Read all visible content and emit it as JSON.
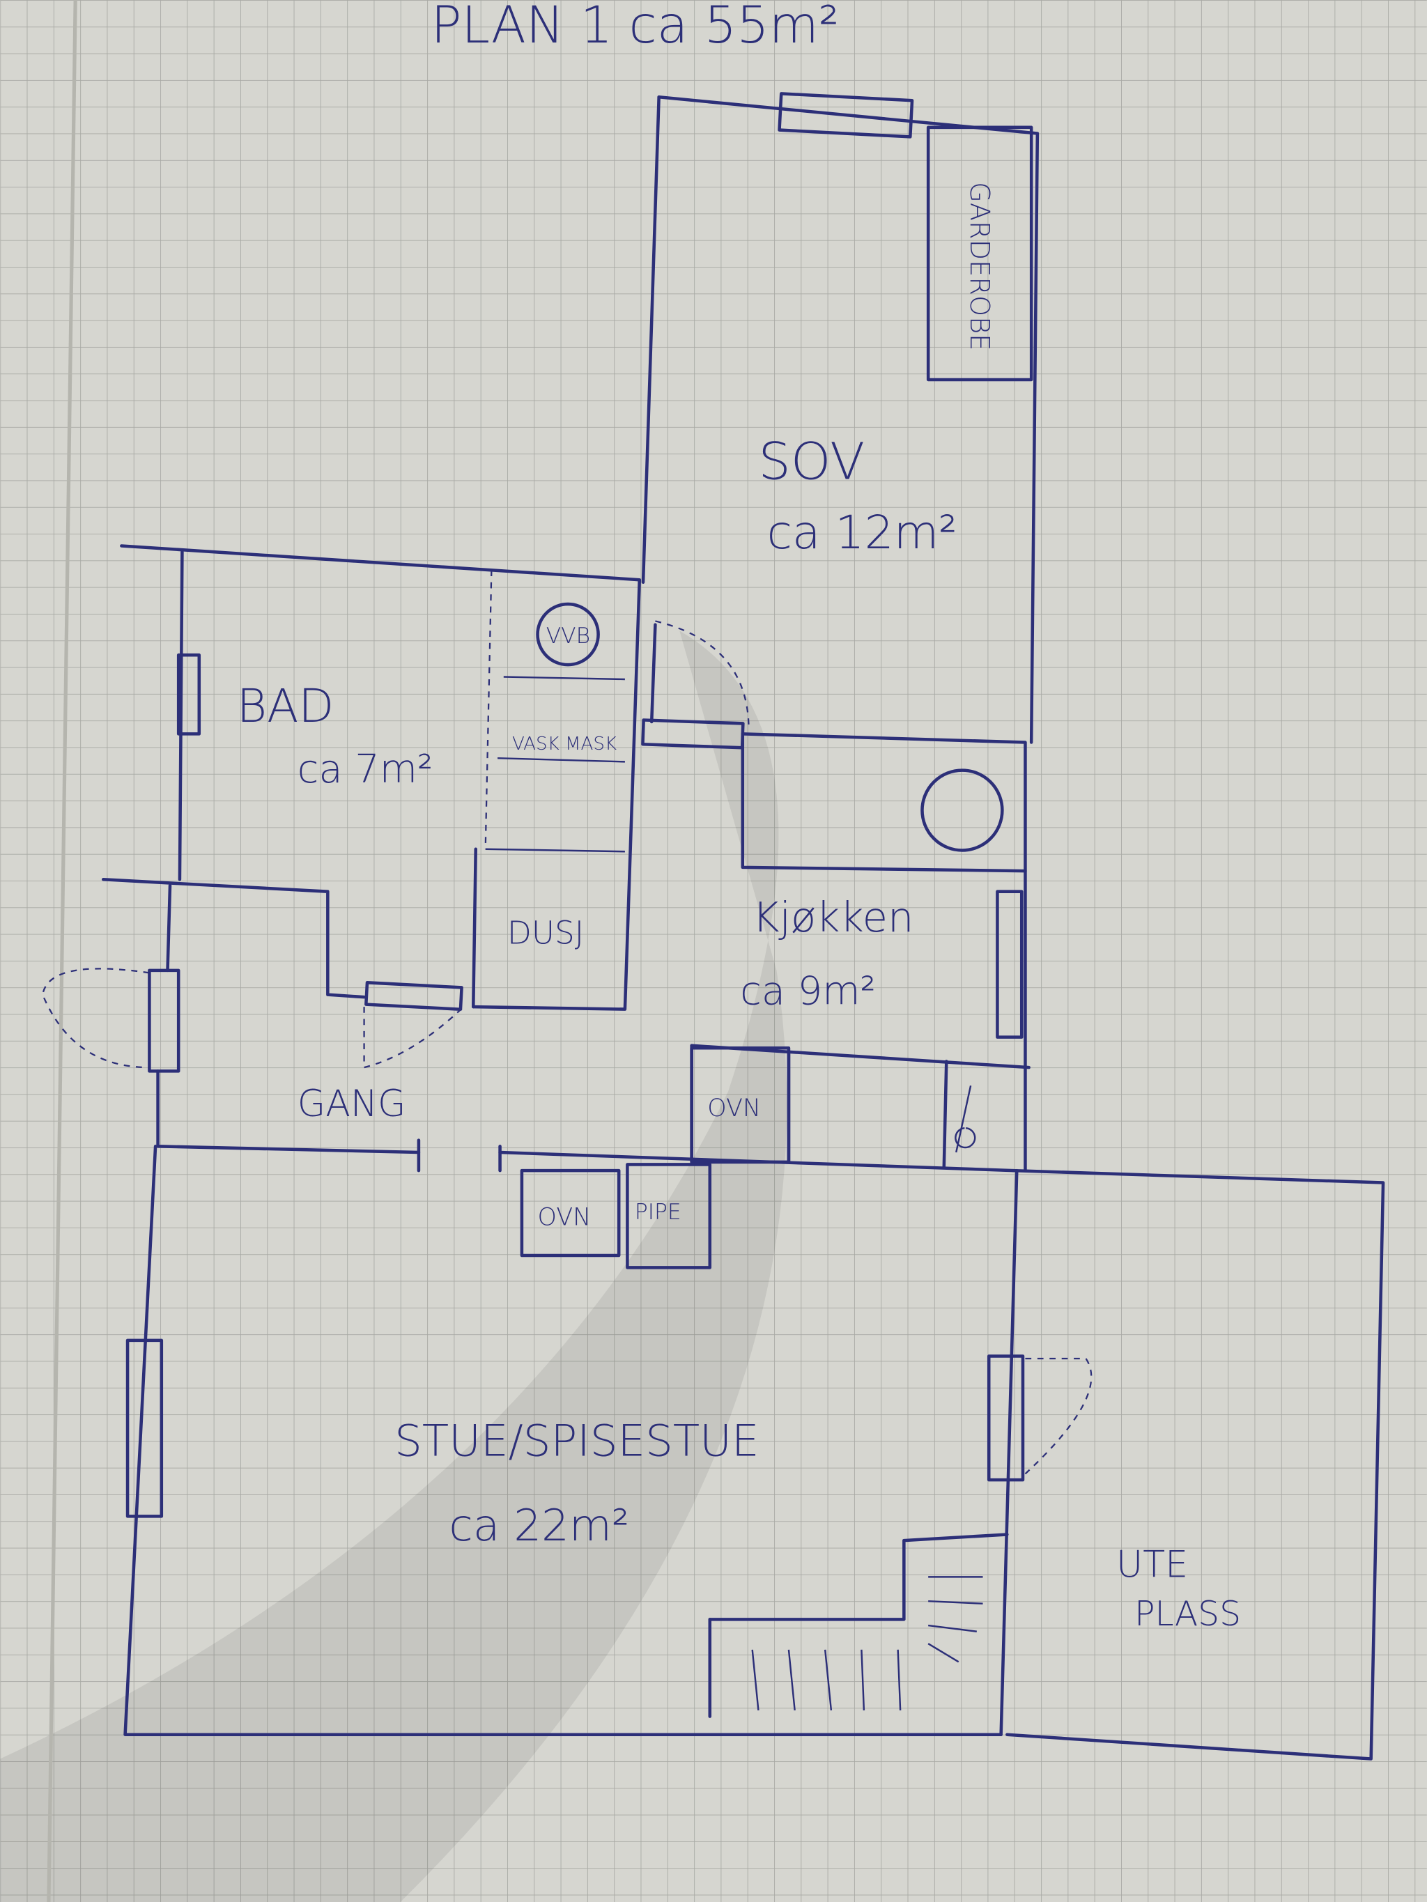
{
  "title": "PLAN 1 ca 55m²",
  "colors": {
    "ink": "#2c2f78",
    "paper": "#d6d6d0",
    "grid": "#a8a9a4"
  },
  "rooms": {
    "sov": {
      "name": "SOV",
      "area": "ca 12m²"
    },
    "garderobe": {
      "name": "GARDEROBE"
    },
    "bad": {
      "name": "BAD",
      "area": "ca 7m²"
    },
    "vvb": {
      "name": "VVB"
    },
    "vaskemaskin": {
      "name": "VASK MASK"
    },
    "dusj": {
      "name": "DUSJ"
    },
    "kjokken": {
      "name": "Kjøkken",
      "area": "ca 9m²"
    },
    "gang": {
      "name": "GANG"
    },
    "stue": {
      "name": "STUE/SPISESTUE",
      "area": "ca 22m²"
    },
    "uteplass": {
      "name": "UTE",
      "name2": "PLASS"
    }
  },
  "fixtures": {
    "ovn_kitchen": "OVN",
    "ovn_stue": "OVN",
    "pipe": "PIPE"
  }
}
